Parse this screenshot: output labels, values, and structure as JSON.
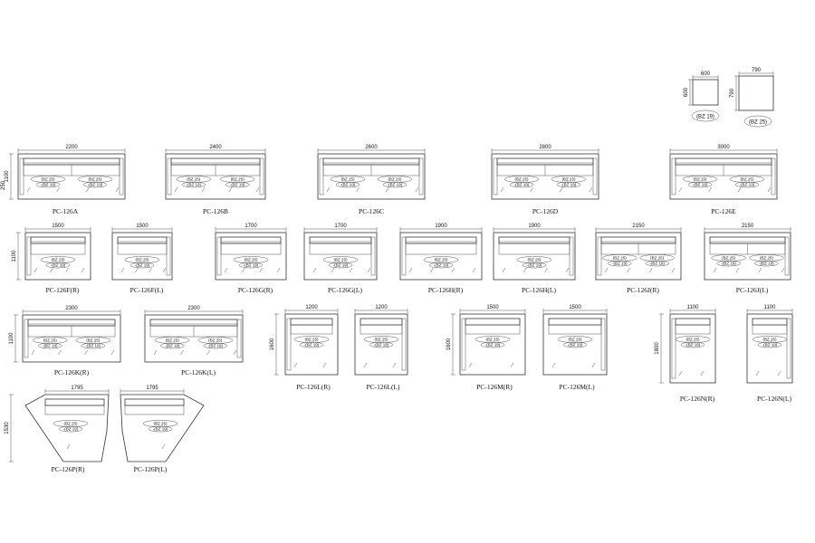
{
  "tables": [
    {
      "code": "(BZ 19)",
      "w_label": "600",
      "d_label": "600"
    },
    {
      "code": "(BZ 25)",
      "w_label": "790",
      "d_label": "790"
    }
  ],
  "rows": [
    {
      "height_label": "1100",
      "sub_height_label": "250",
      "items": [
        {
          "id": "PC-126A",
          "width_label": "2200"
        },
        {
          "id": "PC-126B",
          "width_label": "2400"
        },
        {
          "id": "PC-126C",
          "width_label": "2600"
        },
        {
          "id": "PC-126D",
          "width_label": "2800"
        },
        {
          "id": "PC-126E",
          "width_label": "3000"
        }
      ]
    },
    {
      "height_label": "1100",
      "items": [
        {
          "id": "PC-126F(R)",
          "width_label": "1500"
        },
        {
          "id": "PC-126F(L)",
          "width_label": "1500"
        },
        {
          "id": "PC-126G(R)",
          "width_label": "1700"
        },
        {
          "id": "PC-126G(L)",
          "width_label": "1700"
        },
        {
          "id": "PC-126H(R)",
          "width_label": "1900"
        },
        {
          "id": "PC-126H(L)",
          "width_label": "1900"
        },
        {
          "id": "PC-126J(R)",
          "width_label": "2150"
        },
        {
          "id": "PC-126J(L)",
          "width_label": "2150"
        }
      ]
    },
    {
      "height_label": "1100",
      "items": [
        {
          "id": "PC-126K(R)",
          "width_label": "2300"
        },
        {
          "id": "PC-126K(L)",
          "width_label": "2300"
        }
      ]
    },
    {
      "height_label": "1600",
      "items": [
        {
          "id": "PC-126L(R)",
          "width_label": "1200"
        },
        {
          "id": "PC-126L(L)",
          "width_label": "1200"
        },
        {
          "id": "PC-126M(R)",
          "width_label": "1500"
        },
        {
          "id": "PC-126M(L)",
          "width_label": "1500"
        }
      ]
    },
    {
      "height_label": "1800",
      "items": [
        {
          "id": "PC-126N(R)",
          "width_label": "1100"
        },
        {
          "id": "PC-126N(L)",
          "width_label": "1100"
        }
      ]
    },
    {
      "height_label": "1530",
      "items": [
        {
          "id": "PC-126P(R)",
          "width_label": "1795"
        },
        {
          "id": "PC-126P(L)",
          "width_label": "1795"
        }
      ]
    }
  ],
  "table_tags": {
    "large": "BZ 25",
    "small": "BZ 19"
  }
}
